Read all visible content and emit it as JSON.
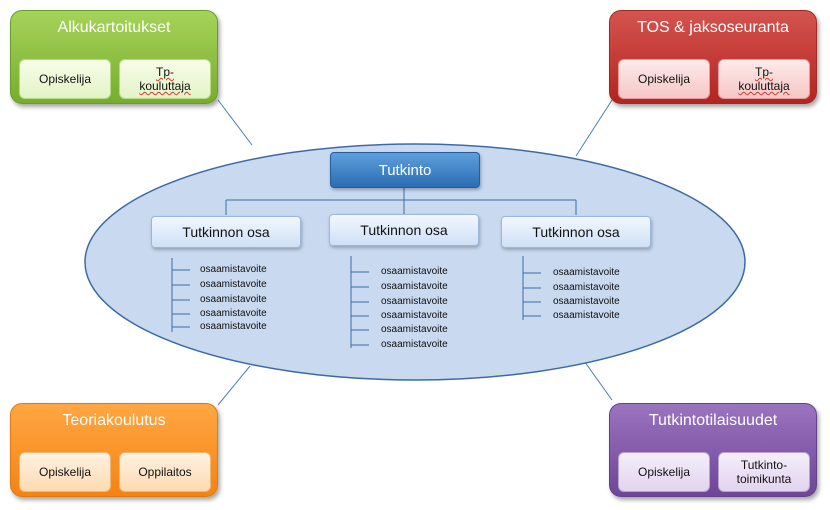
{
  "panels": {
    "alkukartoitukset": {
      "title": "Alkukartoitukset",
      "left": "Opiskelija",
      "right_line1": "Tp-",
      "right_line2": "kouluttaja"
    },
    "tos": {
      "title": "TOS & jaksoseuranta",
      "left": "Opiskelija",
      "right_line1": "Tp-",
      "right_line2": "kouluttaja"
    },
    "teoria": {
      "title": "Teoriakoulutus",
      "left": "Opiskelija",
      "right": "Oppilaitos"
    },
    "tilaisuudet": {
      "title": "Tutkintotilaisuudet",
      "left": "Opiskelija",
      "right_line1": "Tutkinto-",
      "right_line2": "toimikunta"
    }
  },
  "center": {
    "degree": "Tutkinto",
    "parts": [
      {
        "label": "Tutkinnon osa",
        "goals": [
          "osaamistavoite",
          "osaamistavoite",
          "osaamistavoite",
          "osaamistavoite",
          "osaamistavoite"
        ]
      },
      {
        "label": "Tutkinnon osa",
        "goals": [
          "osaamistavoite",
          "osaamistavoite",
          "osaamistavoite",
          "osaamistavoite",
          "osaamistavoite",
          "osaamistavoite"
        ]
      },
      {
        "label": "Tutkinnon osa",
        "goals": [
          "osaamistavoite",
          "osaamistavoite",
          "osaamistavoite",
          "osaamistavoite"
        ]
      }
    ]
  },
  "colors": {
    "green": "#8bc34a",
    "red": "#c0392b",
    "orange": "#f7931e",
    "purple": "#7e57a6",
    "ellipse": "#c8d9f0",
    "degree": "#3a7cc4"
  }
}
